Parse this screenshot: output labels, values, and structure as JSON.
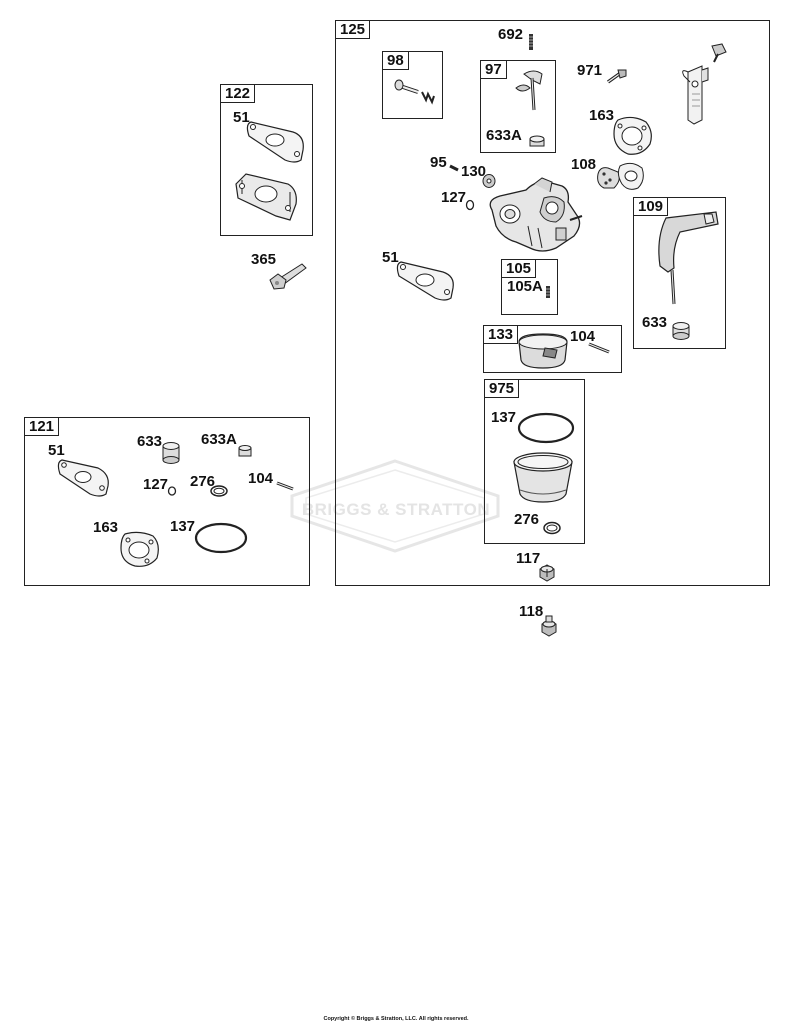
{
  "watermark": "BRIGGS & STRATTON",
  "copyright": "Copyright © Briggs & Stratton, LLC. All rights reserved.",
  "boxes": {
    "b122": "122",
    "b121": "121",
    "b125": "125",
    "b98": "98",
    "b97": "97",
    "b105": "105",
    "b109": "109",
    "b133": "133",
    "b975": "975"
  },
  "callouts": {
    "c51_122": "51",
    "c365": "365",
    "c51_121": "51",
    "c633_121": "633",
    "c633A_121": "633A",
    "c127_121": "127",
    "c276_121": "276",
    "c104_121": "104",
    "c163_121": "163",
    "c137_121": "137",
    "c692": "692",
    "c971": "971",
    "c163_125": "163",
    "c108": "108",
    "c633A_97": "633A",
    "c95": "95",
    "c130": "130",
    "c127_125": "127",
    "c51_125": "51",
    "c105A": "105A",
    "c633_109": "633",
    "c104_133": "104",
    "c137_975": "137",
    "c276_975": "276",
    "c117": "117",
    "c118": "118"
  }
}
